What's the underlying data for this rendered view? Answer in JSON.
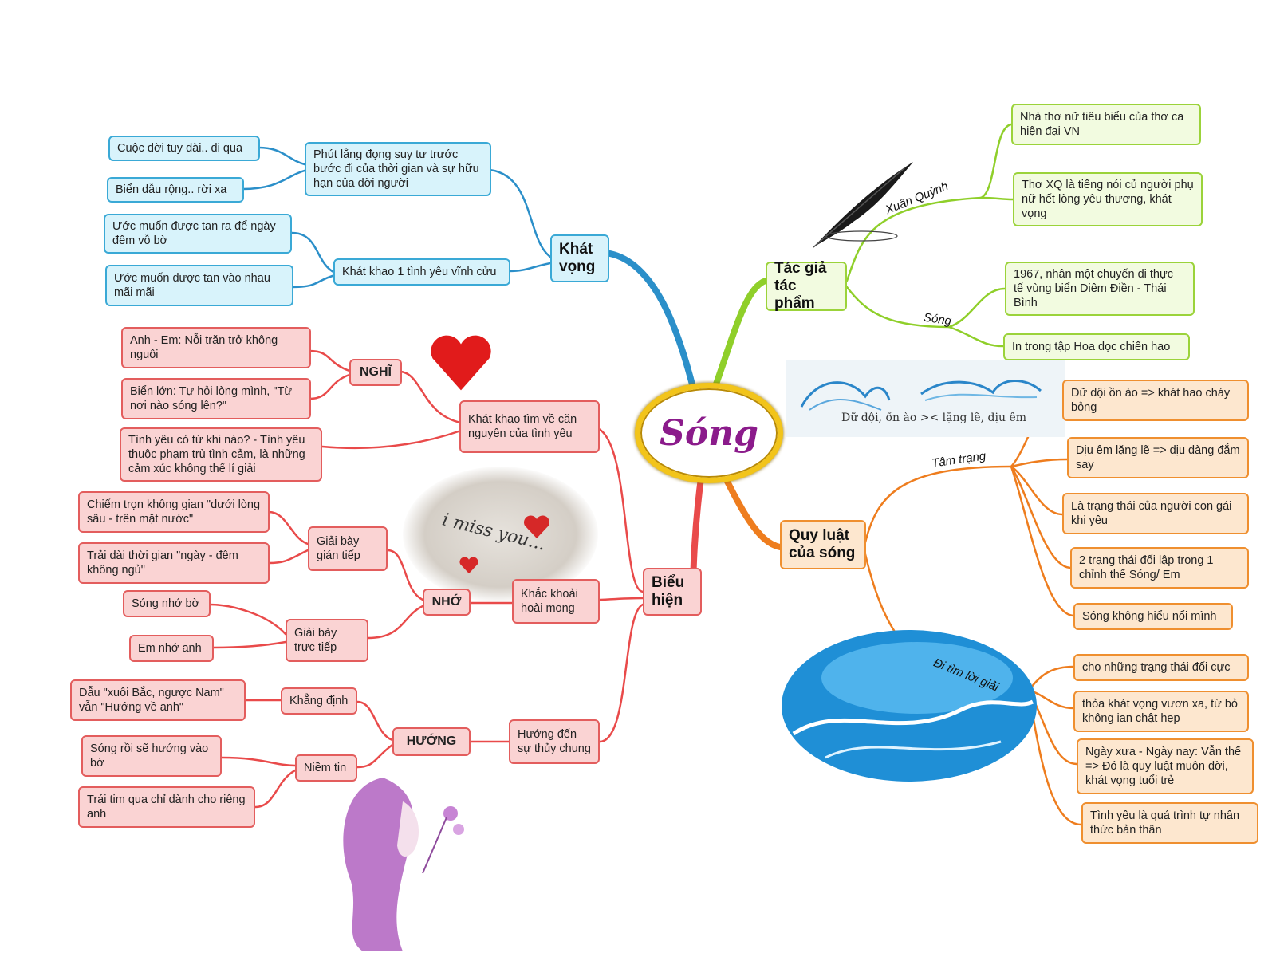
{
  "center": "Sóng",
  "colors": {
    "blue": "#2b8fc9",
    "red": "#e94a4a",
    "green": "#8fcf2a",
    "orange": "#ee7d1e",
    "gold": "#f2c41a",
    "purple": "#8b1b8b"
  },
  "khat_vong": {
    "title": "Khát vọng",
    "moment": "Phút lắng đọng suy tư trước bước đi của thời gian và sự hữu hạn của đời người",
    "moment_items": [
      "Cuộc đời tuy dài.. đi qua",
      "Biển dẫu rộng.. rời xa"
    ],
    "eternal": "Khát khao 1 tình yêu vĩnh cửu",
    "eternal_items": [
      "Ước muốn được tan ra để ngày đêm vỗ bờ",
      "Ước muốn được tan vào nhau mãi mãi"
    ]
  },
  "bieu_hien": {
    "title": "Biểu hiện",
    "origin": {
      "label": "Khát khao tìm về căn nguyên của tình yêu",
      "nghi": "NGHĨ",
      "nghi_items": [
        "Anh - Em: Nỗi trăn trở không nguôi",
        "Biển lớn: Tự hỏi lòng mình, \"Từ nơi nào sóng lên?\""
      ],
      "love_q": "Tình yêu có từ khi nào? - Tình yêu thuộc phạm trù tình cảm, là những cảm xúc không thể lí giải"
    },
    "longing": {
      "label": "Khắc khoải hoài mong",
      "nho": "NHỚ",
      "indirect": "Giải bày gián tiếp",
      "indirect_items": [
        "Chiếm trọn không gian \"dưới lòng sâu - trên mặt nước\"",
        "Trải dài thời gian \"ngày - đêm không ngủ\""
      ],
      "direct": "Giải bày trực tiếp",
      "direct_items": [
        "Sóng nhớ bờ",
        "Em nhớ anh"
      ]
    },
    "direction": {
      "label": "Hướng đến sự thủy chung",
      "huong": "HƯỚNG",
      "affirm": "Khẳng định",
      "affirm_item": "Dẫu \"xuôi Bắc, ngược Nam\" vẫn \"Hướng về anh\"",
      "belief": "Niềm tin",
      "belief_items": [
        "Sóng rồi sẽ hướng vào bờ",
        "Trái tim qua chỉ dành cho riêng anh"
      ]
    }
  },
  "tac_gia": {
    "title": "Tác giả tác phẩm",
    "author_label": "Xuân Quỳnh",
    "author_items": [
      "Nhà thơ nữ tiêu biểu của thơ ca hiện đại VN",
      "Thơ XQ là tiếng nói củ người phụ nữ hết lòng yêu thương, khát vọng"
    ],
    "work_label": "Sóng",
    "work_items": [
      "1967, nhân một chuyến đi thực tế vùng biển Diêm Điền - Thái Bình",
      "In trong tập Hoa dọc chiến hao"
    ]
  },
  "quy_luat": {
    "title": "Quy luật của sóng",
    "wave_caption": "Dữ dội, ồn ào  ><  lặng lẽ, dịu êm",
    "mood_label": "Tâm trạng",
    "mood_items": [
      "Dữ dội ồn ào => khát hao cháy bỏng",
      "Dịu êm lặng lẽ => dịu dàng đắm say",
      "Là trạng thái của người con gái khi yêu",
      "2 trạng thái đối lập trong 1 chỉnh thể Sóng/ Em",
      "Sóng không hiểu nổi mình"
    ],
    "answer_label": "Đi tìm lời giải",
    "answer_items": [
      "cho những trạng thái đối cực",
      "thỏa khát vọng vươn xa, từ bỏ không ian chật hẹp",
      "Ngày xưa - Ngày nay: Vẫn thế => Đó là quy luật muôn đời, khát vọng tuổi trẻ",
      "Tình yêu là quá trình tự nhân thức bản thân"
    ]
  },
  "images": {
    "note_text": "i miss you...",
    "icons": [
      "heart-icon",
      "feather-quill-icon",
      "ocean-wave-icon",
      "wave-sketch-icon",
      "girl-flower-icon"
    ]
  }
}
